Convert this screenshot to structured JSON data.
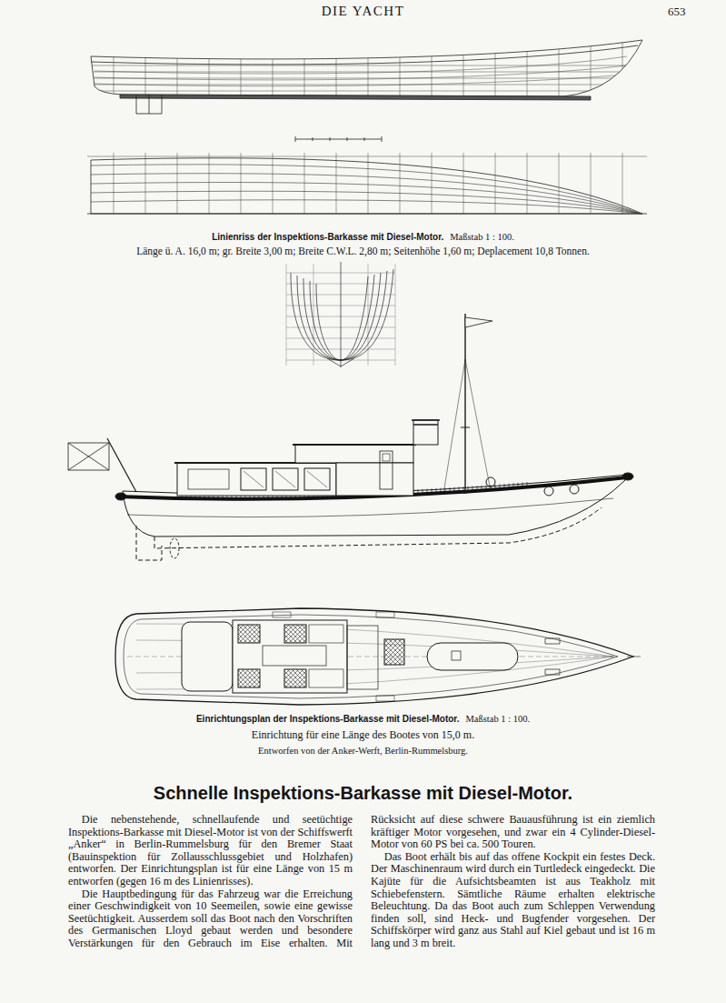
{
  "diagram": {
    "title": "Schnelle Inspektions-Barkasse mit Diesel-Motor.",
    "labels": [
      "DIE YACHT",
      "653",
      "Linienriss der Inspektions-Barkasse mit Diesel-Motor.",
      "Maßstab 1 : 100.",
      "Länge ü. A. 16,0 m; gr. Breite 3,00 m; Breite C.W.L. 2,80 m; Seitenhöhe 1,60 m; Deplacement 10,8 Tonnen.",
      "Einrichtungsplan der Inspektions-Barkasse mit Diesel-Motor.",
      "Maßstab 1 : 100.",
      "Einrichtung für eine Länge des Bootes von 15,0 m.",
      "Entworfen von der Anker-Werft, Berlin-Rummelsburg.",
      "Die nebenstehende, schnellaufende und seetüchtige Inspektions-Barkasse mit Diesel-Motor ist von der Schiffswerft „Anker“ in Berlin-Rummelsburg für den Bremer Staat (Bauinspektion für Zollausschlussgebiet und Holzhafen) entworfen. Der Einrichtungsplan ist für eine Länge von 15 m entworfen (gegen 16 m des Linienrisses).",
      "Die Hauptbedingung für das Fahrzeug war die Erreichung einer Geschwindigkeit von 10 Seemeilen, sowie eine gewisse Seetüchtigkeit. Ausserdem soll das Boot nach den Vorschriften des Germanischen Lloyd gebaut werden und besondere Verstärkungen für den Gebrauch im Eise erhalten. Mit Rücksicht auf diese schwere Bauausführung ist ein ziemlich kräftiger Motor vorgesehen, und zwar ein 4 Cylinder-Diesel-Motor von 60 PS bei ca. 500 Touren.",
      "Das Boot erhält bis auf das offene Kockpit ein festes Deck. Der Maschinenraum wird durch ein Turtledeck eingedeckt. Die Kajüte für die Aufsichtsbeamten ist aus Teakholz mit Schiebefenstern. Sämtliche Räume erhalten elektrische Beleuchtung. Da das Boot auch zum Schleppen Verwendung finden soll, sind Heck- und Bugfender vorgesehen. Der Schiffskörper wird ganz aus Stahl auf Kiel gebaut und ist 16 m lang und 3 m breit."
    ]
  }
}
